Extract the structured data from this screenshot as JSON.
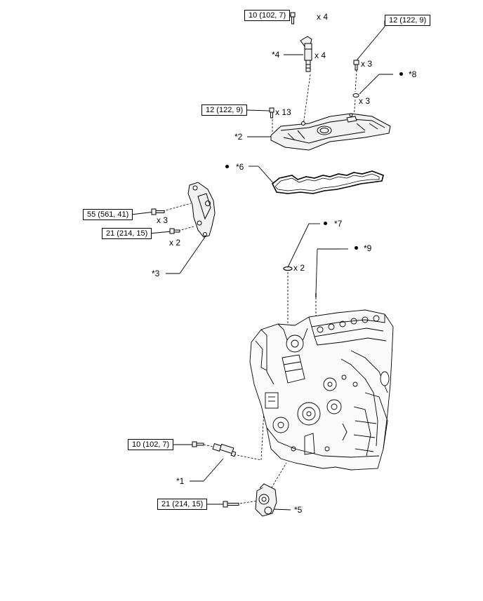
{
  "torque_specs": {
    "t1": "10 (102, 7)",
    "t2": "12 (122, 9)",
    "t3": "12 (122, 9)",
    "t4": "55 (561, 41)",
    "t5": "21 (214, 15)",
    "t6": "10 (102, 7)",
    "t7": "21 (214, 15)"
  },
  "quantities": {
    "q1": "x 4",
    "q2": "x 4",
    "q3": "x 3",
    "q4": "x 3",
    "q5": "x 13",
    "q6": "x 3",
    "q7": "x 2",
    "q8": "x 2"
  },
  "callouts": {
    "c1": "*1",
    "c2": "*2",
    "c3": "*3",
    "c4": "*4",
    "c5": "*5",
    "c6": "*6",
    "c7": "*7",
    "c8": "*8",
    "c9": "*9"
  },
  "style": {
    "line_color": "#000000",
    "part_fill": "#f2f2f2"
  }
}
